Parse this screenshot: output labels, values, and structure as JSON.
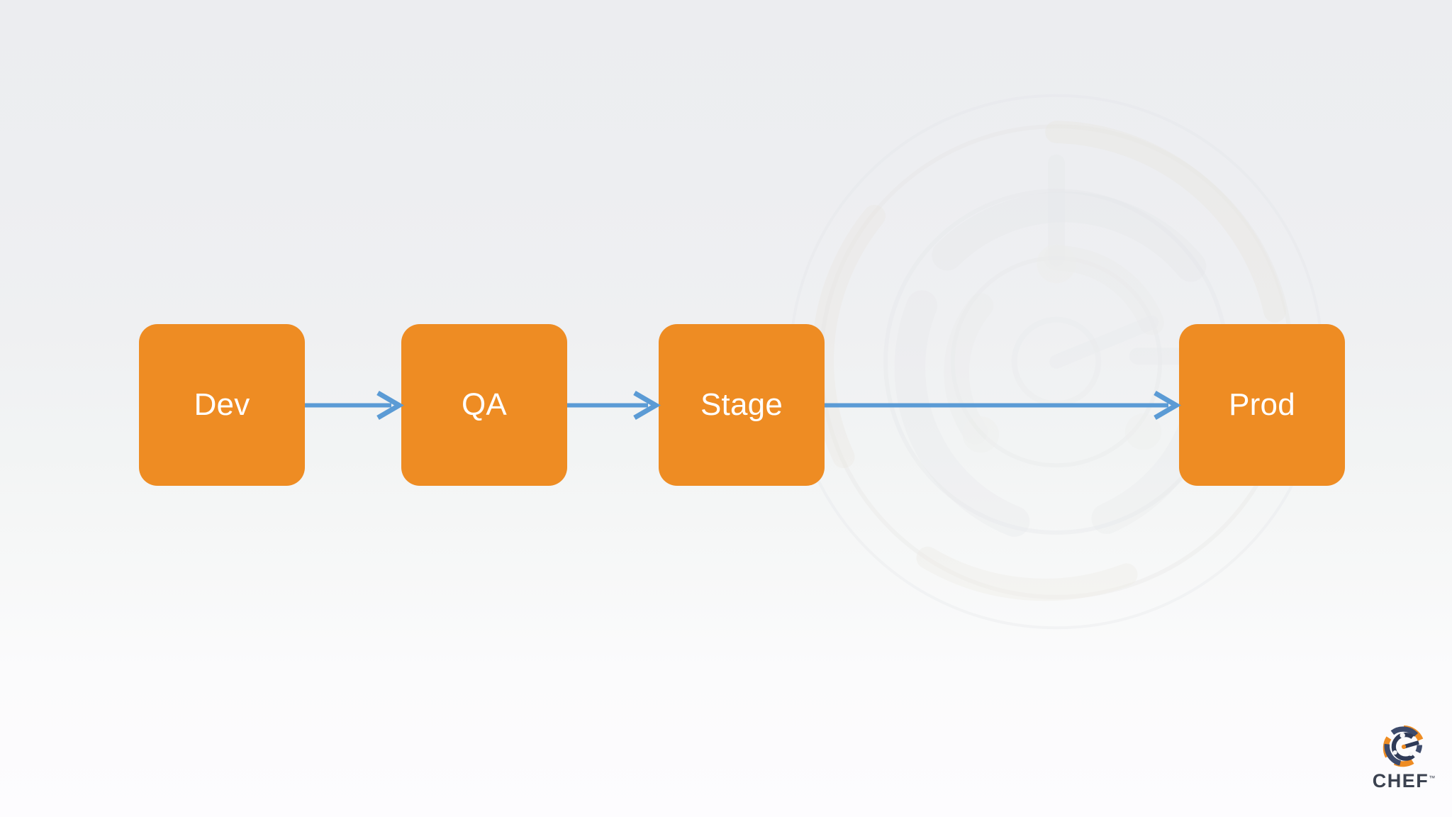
{
  "slide": {
    "type": "process-flow-diagram",
    "background": {
      "top_color": "#ECEEF0",
      "bottom_color": "#FBFBFD",
      "watermark_icon": "chef-logo-watermark"
    }
  },
  "diagram": {
    "orientation": "horizontal",
    "node_fill_color": "#EE8C23",
    "node_text_color": "#FFFFFF",
    "connector_color": "#5B9BD5",
    "nodes": [
      {
        "id": "dev",
        "label": "Dev"
      },
      {
        "id": "qa",
        "label": "QA"
      },
      {
        "id": "stage",
        "label": "Stage"
      },
      {
        "id": "prod",
        "label": "Prod"
      }
    ],
    "connectors": [
      {
        "from": "dev",
        "to": "qa",
        "icon": "arrow-right-icon"
      },
      {
        "from": "qa",
        "to": "stage",
        "icon": "arrow-right-icon"
      },
      {
        "from": "stage",
        "to": "prod",
        "icon": "arrow-right-icon"
      }
    ]
  },
  "branding": {
    "logo_icon": "chef-logo-icon",
    "wordmark": "CHEF",
    "trademark": "™",
    "wordmark_color": "#3B4250",
    "mark_orange": "#EE8C23",
    "mark_navy": "#3D4A6B"
  }
}
